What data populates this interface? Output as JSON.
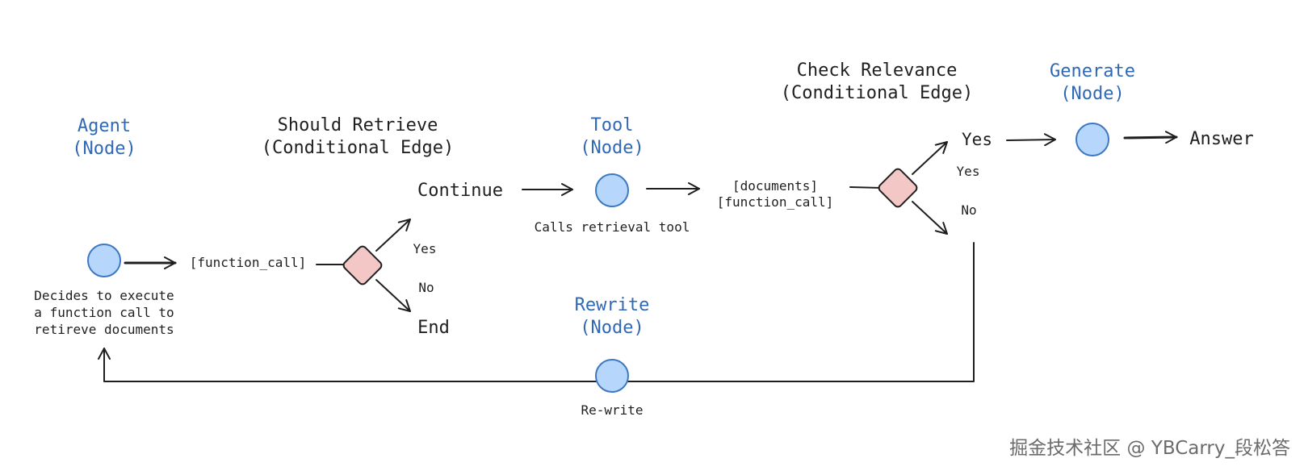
{
  "nodes": {
    "agent": {
      "title": "Agent",
      "subtitle": "(Node)",
      "desc": [
        "Decides to execute",
        "a function call to",
        "retireve documents"
      ]
    },
    "tool": {
      "title": "Tool",
      "subtitle": "(Node)",
      "desc": "Calls retrieval tool"
    },
    "rewrite": {
      "title": "Rewrite",
      "subtitle": "(Node)",
      "desc": "Re-write"
    },
    "generate": {
      "title": "Generate",
      "subtitle": "(Node)"
    }
  },
  "edges": {
    "should_retrieve": {
      "title": "Should Retrieve",
      "subtitle": "(Conditional Edge)",
      "yes": "Yes",
      "no": "No",
      "continue": "Continue",
      "end": "End"
    },
    "check_relevance": {
      "title": "Check Relevance",
      "subtitle": "(Conditional Edge)",
      "yes_branch": "Yes",
      "yes": "Yes",
      "no": "No"
    }
  },
  "labels": {
    "function_call_1": "[function_call]",
    "documents": "[documents]",
    "function_call_2": "[function_call]",
    "answer": "Answer"
  },
  "watermark": "掘金技术社区 @ YBCarry_段松答",
  "colors": {
    "node_fill": "#b6d7fb",
    "node_stroke": "#3d78c2",
    "diamond_fill": "#f4c7c7",
    "node_label": "#2f68b4",
    "text": "#1f1f1f"
  }
}
